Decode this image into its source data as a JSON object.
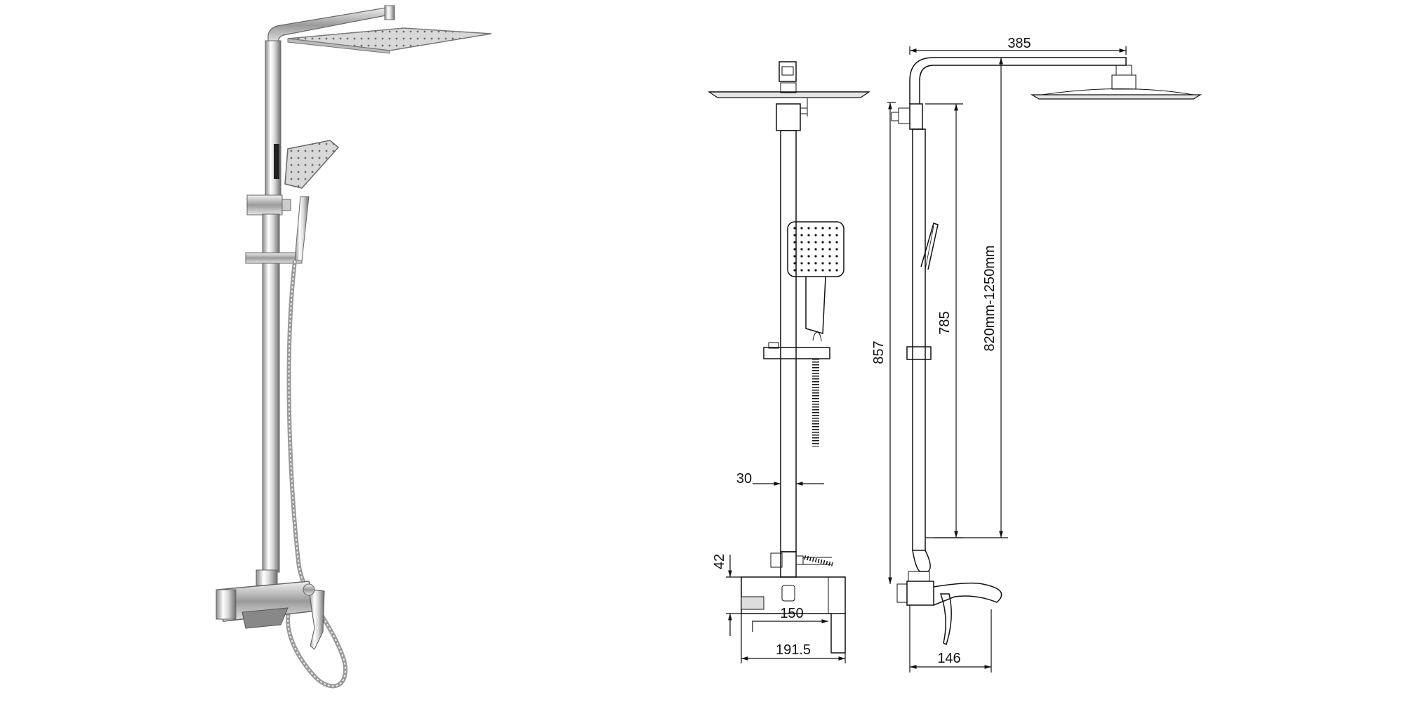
{
  "product_photo": {
    "description_icon": "shower-set-photo"
  },
  "front_view": {
    "dims": {
      "rail_width": "30",
      "body_height": "42",
      "spout_inner": "150",
      "overall_width": "191.5"
    }
  },
  "side_view": {
    "dims": {
      "arm_length": "385",
      "height_857": "857",
      "height_785": "785",
      "height_range": "820mm-1250mm",
      "spout_depth": "146"
    }
  }
}
